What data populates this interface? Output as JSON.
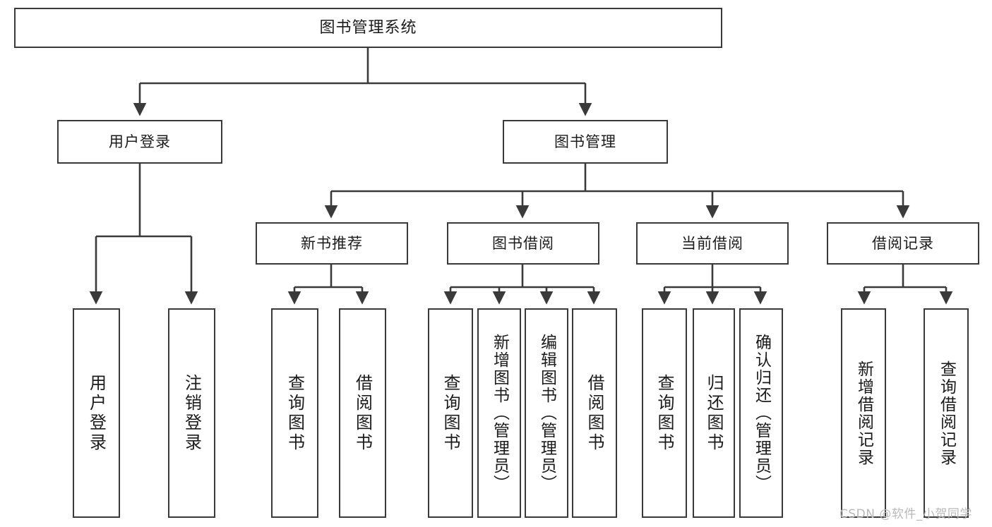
{
  "diagram": {
    "type": "tree",
    "title": "图书管理系统",
    "orientation": "top-down",
    "colors": {
      "box_border": "#3a3a3a",
      "box_fill": "#ffffff",
      "line": "#3a3a3a",
      "text": "#1b1b1b",
      "watermark": "#b9b9b9",
      "background": "#ffffff"
    },
    "root": {
      "label": "图书管理系统"
    },
    "level2": [
      {
        "label": "用户登录"
      },
      {
        "label": "图书管理"
      }
    ],
    "level3": [
      {
        "label": "新书推荐"
      },
      {
        "label": "图书借阅"
      },
      {
        "label": "当前借阅"
      },
      {
        "label": "借阅记录"
      }
    ],
    "leaves": {
      "user_login": [
        {
          "label": "用户登录"
        },
        {
          "label": "注销登录"
        }
      ],
      "new_book_recommend": [
        {
          "label": "查询图书"
        },
        {
          "label": "借阅图书"
        }
      ],
      "book_borrow": [
        {
          "label": "查询图书"
        },
        {
          "label": "新增图书（管理员）"
        },
        {
          "label": "编辑图书（管理员）"
        },
        {
          "label": "借阅图书"
        }
      ],
      "current_borrow": [
        {
          "label": "查询图书"
        },
        {
          "label": "归还图书"
        },
        {
          "label": "确认归还（管理员）"
        }
      ],
      "borrow_record": [
        {
          "label": "新增借阅记录"
        },
        {
          "label": "查询借阅记录"
        }
      ]
    }
  },
  "watermark": {
    "text": "CSDN @软件_小贺同学"
  }
}
